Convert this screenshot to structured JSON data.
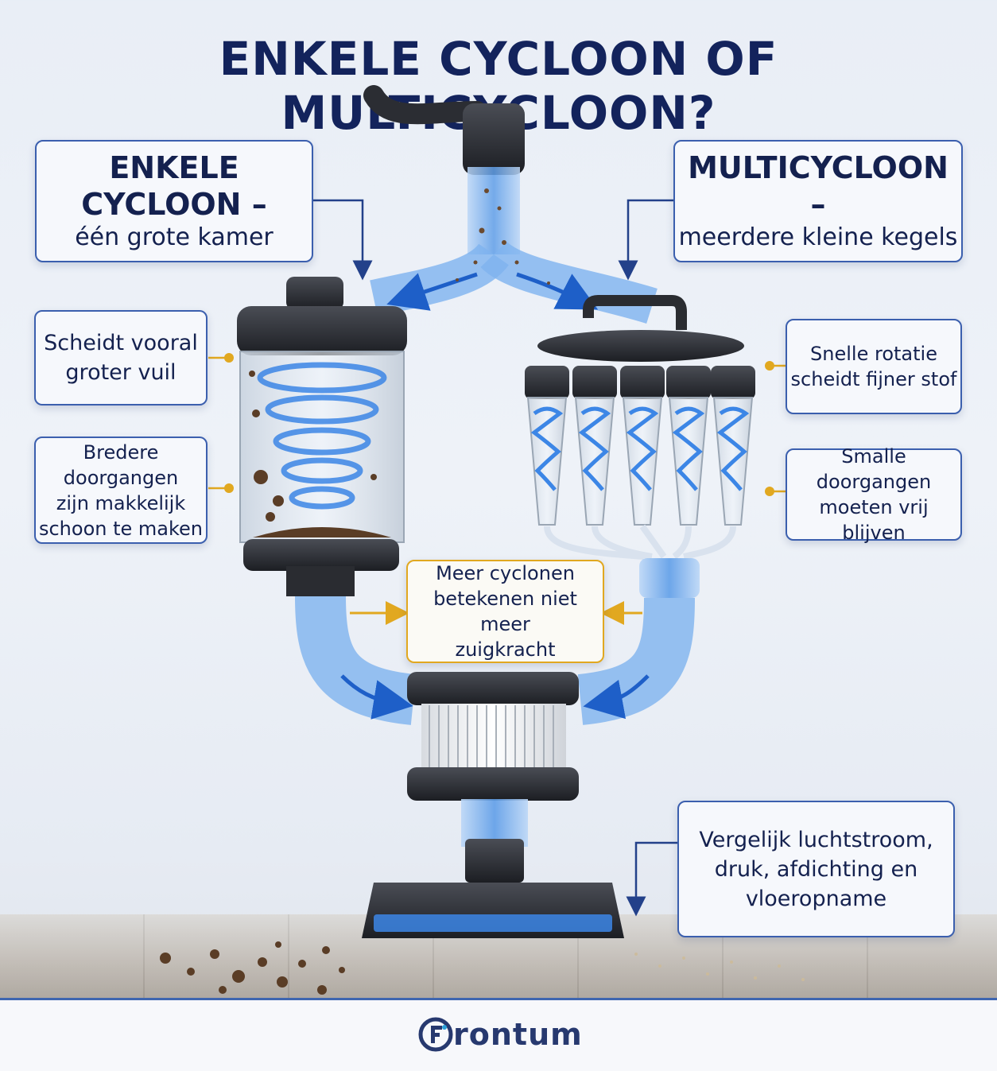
{
  "title": "ENKELE CYCLOON OF MULTICYCLOON?",
  "callouts": {
    "single_heading": {
      "line1": "ENKELE CYCLOON –",
      "line2": "één grote kamer"
    },
    "multi_heading": {
      "line1": "MULTICYCLOON –",
      "line2": "meerdere kleine kegels"
    },
    "single_note_1": {
      "line1": "Scheidt vooral",
      "line2": "groter vuil"
    },
    "single_note_2": {
      "line1": "Bredere doorgangen",
      "line2": "zijn makkelijk",
      "line3": "schoon te maken"
    },
    "multi_note_1": {
      "line1": "Snelle rotatie",
      "line2": "scheidt fijner stof"
    },
    "multi_note_2": {
      "line1": "Smalle doorgangen",
      "line2": "moeten vrij blijven"
    },
    "center_note": {
      "line1": "Meer cyclonen",
      "line2": "betekenen niet meer",
      "line3": "zuigkracht"
    },
    "bottom_note": {
      "line1": "Vergelijk luchtstroom,",
      "line2": "druk, afdichting en",
      "line3": "vloeropname"
    }
  },
  "colors": {
    "navy": "#13235c",
    "box_border": "#3b5fae",
    "accent_yellow": "#e1a820",
    "airflow_blue": "#3c86e6"
  },
  "logo": {
    "text": "rontum",
    "icon": "frontum-logo-icon"
  }
}
